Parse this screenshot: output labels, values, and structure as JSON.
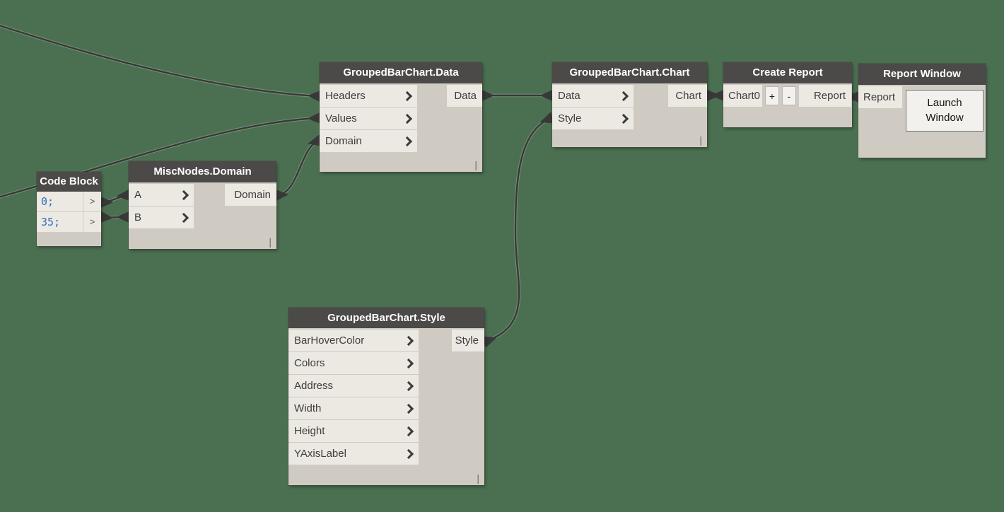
{
  "canvas": {
    "background_color": "#4B7051",
    "wire_color": "#383838"
  },
  "icons": {
    "code_output_chevron": ">"
  },
  "nodes": {
    "code_block": {
      "title": "Code Block",
      "lines": [
        "0;",
        "35;"
      ]
    },
    "misc_domain": {
      "title": "MiscNodes.Domain",
      "inputs": [
        "A",
        "B"
      ],
      "output": "Domain",
      "lacing": "|"
    },
    "gbc_data": {
      "title": "GroupedBarChart.Data",
      "inputs": [
        "Headers",
        "Values",
        "Domain"
      ],
      "output": "Data",
      "lacing": "|"
    },
    "gbc_style": {
      "title": "GroupedBarChart.Style",
      "inputs": [
        "BarHoverColor",
        "Colors",
        "Address",
        "Width",
        "Height",
        "YAxisLabel"
      ],
      "output": "Style",
      "lacing": "|"
    },
    "gbc_chart": {
      "title": "GroupedBarChart.Chart",
      "inputs": [
        "Data",
        "Style"
      ],
      "output": "Chart",
      "lacing": "|"
    },
    "create_report": {
      "title": "Create Report",
      "input": "Chart0",
      "add_button": "+",
      "remove_button": "-",
      "output": "Report"
    },
    "report_window": {
      "title": "Report Window",
      "input": "Report",
      "launch_button": "Launch Window"
    }
  }
}
